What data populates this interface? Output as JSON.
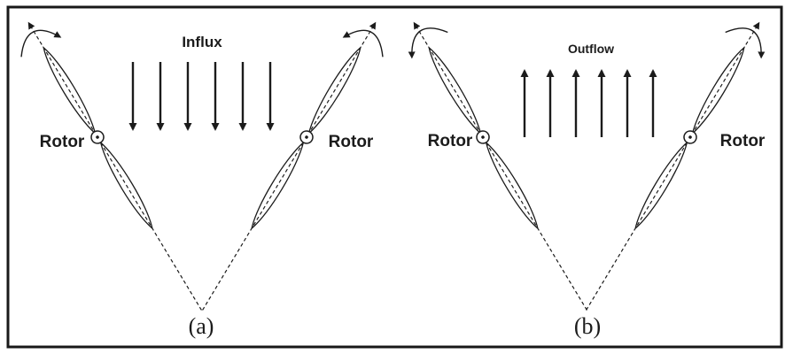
{
  "figure": {
    "colors": {
      "ink": "#1b1b1b",
      "background": "#ffffff"
    },
    "panels": [
      {
        "id": "a",
        "caption": "(a)",
        "flow_label": "Influx",
        "flow_direction": "down",
        "flow_arrow_count": 6,
        "labels": {
          "rotor_left": "Rotor",
          "rotor_right": "Rotor"
        }
      },
      {
        "id": "b",
        "caption": "(b)",
        "flow_label": "Outflow",
        "flow_direction": "up",
        "flow_arrow_count": 6,
        "labels": {
          "rotor_left": "Rotor",
          "rotor_right": "Rotor"
        }
      }
    ]
  }
}
